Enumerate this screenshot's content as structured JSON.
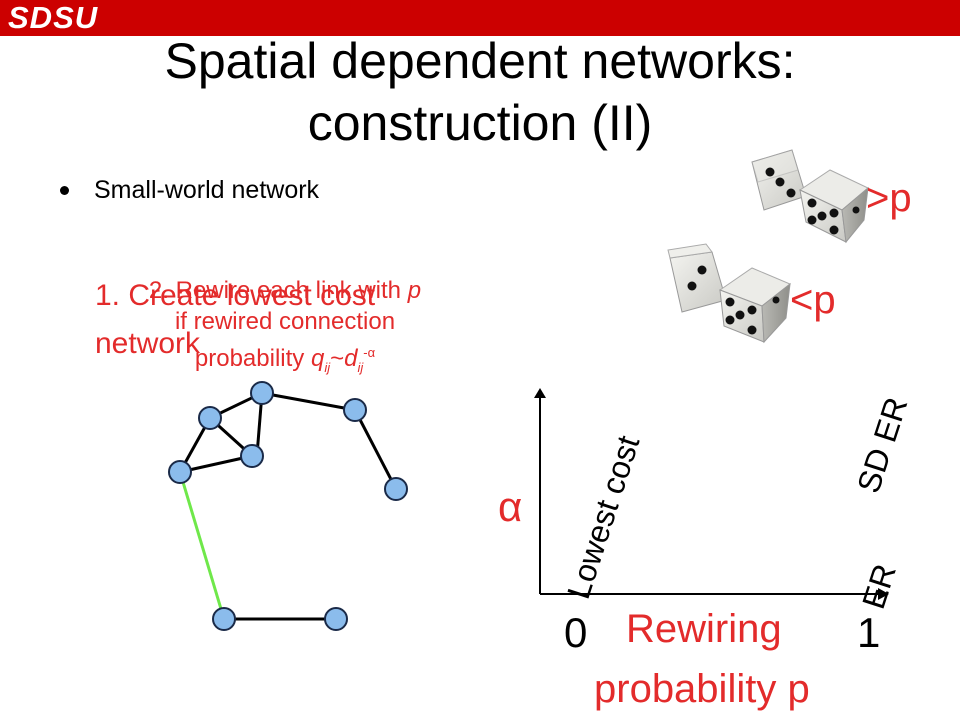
{
  "header": {
    "logo_text": "SDSU"
  },
  "slide": {
    "title_line1": "Spatial dependent networks:",
    "title_line2": "construction (II)",
    "bullet": "Small-world network"
  },
  "steps": {
    "step1": "1. Create lowest cost network",
    "step2_line1_prefix": "2. Rewire each link with ",
    "step2_line1_var": "p",
    "step2_line2": "if rewired connection",
    "step2_line3_prefix": "probability ",
    "step2_q": "q",
    "step2_ij": "ij",
    "step2_tilde": "~",
    "step2_d": "d",
    "step2_exp": "-α"
  },
  "dice": {
    "upper_label": ">p",
    "lower_label": "<p"
  },
  "phase_diagram": {
    "y_axis_symbol": "α",
    "x_axis_start": "0",
    "x_axis_end": "1",
    "x_axis_label_line1": "Rewiring",
    "x_axis_label_line2": "probability p",
    "label_lowest_cost": "Lowest cost",
    "label_sd_er": "SD ER",
    "label_er": "ER"
  },
  "colors": {
    "header_red": "#cc0000",
    "text_red": "#e32b2b",
    "node_fill": "#8bbcec",
    "rewired_link": "#6fe84a"
  }
}
